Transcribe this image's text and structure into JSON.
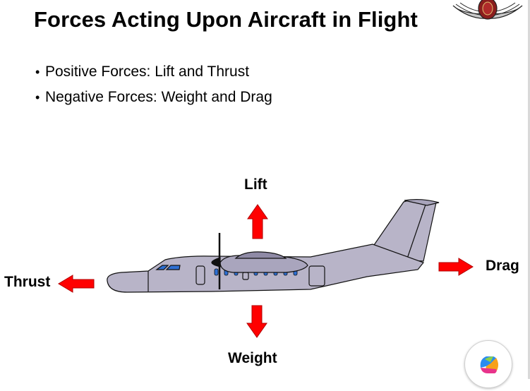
{
  "slide": {
    "title": "Forces Acting Upon Aircraft in Flight",
    "bullets": [
      "Positive Forces: Lift and Thrust",
      "Negative Forces: Weight and Drag"
    ]
  },
  "diagram": {
    "labels": {
      "lift": "Lift",
      "thrust": "Thrust",
      "drag": "Drag",
      "weight": "Weight"
    },
    "arrow_color": "#ff0000",
    "aircraft_color": "#b8b4c8"
  },
  "icons": {
    "wings_badge": "wings-badge-icon",
    "copilot": "copilot-icon"
  }
}
